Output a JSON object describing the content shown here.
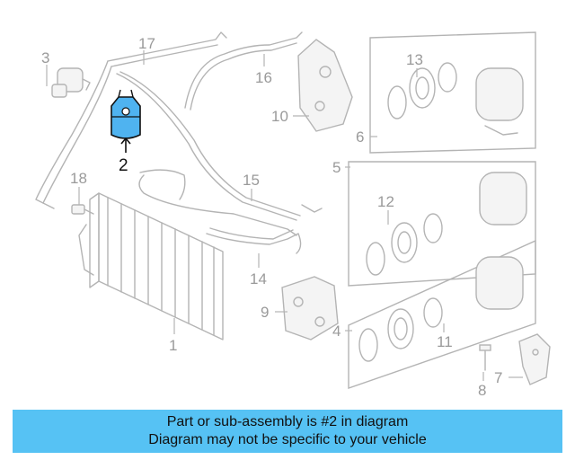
{
  "colors": {
    "banner_bg": "#56c2f4",
    "highlight": "#4fb3f0",
    "line_gray": "#b4b4b4",
    "label_gray": "#9a9a9a"
  },
  "callouts": {
    "c1": "1",
    "c2": "2",
    "c3": "3",
    "c4": "4",
    "c5": "5",
    "c6": "6",
    "c7": "7",
    "c8": "8",
    "c9": "9",
    "c10": "10",
    "c11": "11",
    "c12": "12",
    "c13": "13",
    "c14": "14",
    "c15": "15",
    "c16": "16",
    "c17": "17",
    "c18": "18"
  },
  "highlighted_part": "2",
  "banner": {
    "line1": "Part or sub-assembly is #2 in diagram",
    "line2": "Diagram may not be specific to your vehicle"
  }
}
